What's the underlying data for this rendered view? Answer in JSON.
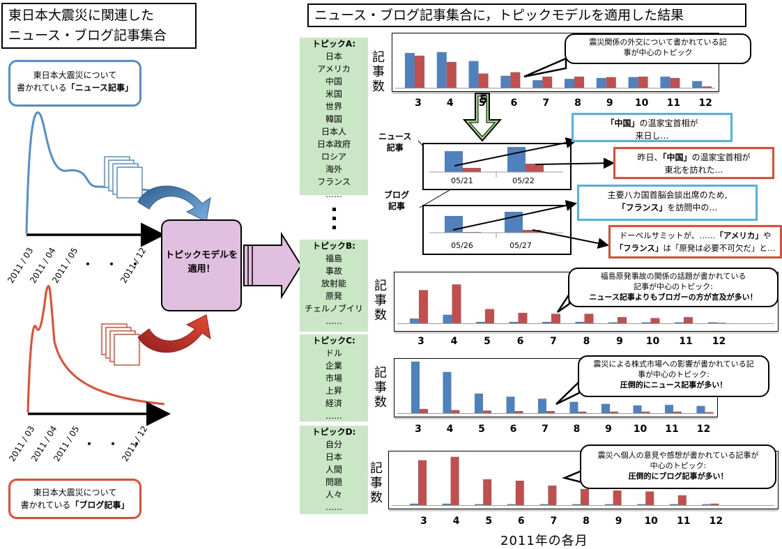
{
  "title_left": [
    "東日本大震災に関連した",
    "ニュース・ブログ記事集合"
  ],
  "title_right": "ニュース・ブログ記事集合に，トピックモデルを適用した結果",
  "source_news": {
    "line1": "東日本大震災について",
    "prefix": "書かれている",
    "bold": "「ニュース記事」"
  },
  "source_blog": {
    "line1": "東日本大震災について",
    "prefix": "書かれている",
    "bold": "「ブログ記事」"
  },
  "timeline_dates": [
    "2011 / 03",
    "2011 / 04",
    "2011 / 05",
    "2011 / 12"
  ],
  "timeline_dots": "・・・",
  "apply_label": [
    "トピックモデルを",
    "適用！"
  ],
  "topics": [
    {
      "header": "トピックA:",
      "words": [
        "日本",
        "アメリカ",
        "中国",
        "米国",
        "世界",
        "韓国",
        "日本人",
        "日本政府",
        "ロシア",
        "海外",
        "フランス",
        "……"
      ]
    },
    {
      "header": "トピックB:",
      "words": [
        "福島",
        "事故",
        "放射能",
        "原発",
        "チェルノブイリ",
        "……"
      ]
    },
    {
      "header": "トピックC:",
      "words": [
        "ドル",
        "企業",
        "市場",
        "上昇",
        "経済",
        "……"
      ]
    },
    {
      "header": "トピックD:",
      "words": [
        "自分",
        "日本",
        "人間",
        "問題",
        "人々",
        "……"
      ]
    }
  ],
  "ylabel": [
    "記",
    "事",
    "数"
  ],
  "months": [
    "3",
    "4",
    "5",
    "6",
    "7",
    "8",
    "9",
    "10",
    "11",
    "12"
  ],
  "arrow_label": "5",
  "news_label": [
    "ニュース",
    "記事"
  ],
  "blog_label": [
    "ブログ",
    "記事"
  ],
  "mini_dates": [
    "05/21",
    "05/22",
    "05/26",
    "05/27"
  ],
  "quotes": [
    {
      "pre": "",
      "bold": "「中国」",
      "post": "の温家宝首相が",
      "line2": "来日し…"
    },
    {
      "pre": "昨日、",
      "bold": "「中国」",
      "post": "の温家宝首相が",
      "line2": "東北を訪れた…"
    },
    {
      "pre": "主要八カ国首脳会談出席のため,",
      "bold": "",
      "post": "",
      "line2bold": "「フランス」",
      "line2": "を訪問中の…"
    },
    {
      "pre": "ドーベルサミットが、……",
      "bold": "「アメリカ」",
      "post": "や",
      "line2bold": "「フランス」",
      "line2": "は「原発は必要不可欠だ」と…"
    }
  ],
  "bubbles": [
    {
      "lines": [
        "震災関係の外交について書かれている記",
        "事が中心のトピック"
      ],
      "bold": ""
    },
    {
      "lines": [
        "福島原発事故の関係の話題が書かれている",
        "記事が中心のトピック:"
      ],
      "bold": "ニュース記事よりもブロガーの方が言及が多い！"
    },
    {
      "lines": [
        "震災による株式市場への影響が書かれている記",
        "事が中心のトピック:"
      ],
      "bold": "圧倒的にニュース記事が多い！"
    },
    {
      "lines": [
        "震災へ個人の意見や感想が書かれている記事が",
        "中心のトピック:"
      ],
      "bold": "圧倒的にブログ記事が多い！"
    }
  ],
  "x_title": "2011年の各月",
  "colors": {
    "news": "#4f81bd",
    "blog": "#c0504d",
    "topic_bg": "#c9e6c5",
    "apply_bg": "#e1bfe0",
    "news_line": "#4f8fcf",
    "blog_line": "#e84a2f"
  },
  "chart_data": [
    {
      "type": "bar",
      "categories": [
        "3",
        "4",
        "5",
        "6",
        "7",
        "8",
        "9",
        "10",
        "11",
        "12"
      ],
      "series": [
        {
          "values": [
            78,
            80,
            60,
            27,
            17,
            20,
            22,
            24,
            25,
            15
          ]
        },
        {
          "values": [
            72,
            58,
            32,
            35,
            25,
            25,
            24,
            25,
            22,
            3
          ]
        }
      ]
    },
    {
      "type": "bar",
      "categories": [
        "3",
        "4",
        "5",
        "6",
        "7",
        "8",
        "9",
        "10",
        "11",
        "12"
      ],
      "series": [
        {
          "values": [
            10,
            18,
            3,
            3,
            3,
            3,
            2,
            2,
            2,
            2
          ]
        },
        {
          "values": [
            70,
            82,
            30,
            22,
            20,
            20,
            13,
            11,
            13,
            1
          ]
        }
      ]
    },
    {
      "type": "bar",
      "categories": [
        "3",
        "4",
        "5",
        "6",
        "7",
        "8",
        "9",
        "10",
        "11",
        "12"
      ],
      "series": [
        {
          "values": [
            100,
            80,
            38,
            32,
            28,
            22,
            18,
            15,
            16,
            14
          ]
        },
        {
          "values": [
            8,
            6,
            5,
            4,
            4,
            3,
            3,
            3,
            3,
            2
          ]
        }
      ]
    },
    {
      "type": "bar",
      "categories": [
        "3",
        "4",
        "5",
        "6",
        "7",
        "8",
        "9",
        "10",
        "11",
        "12"
      ],
      "series": [
        {
          "values": [
            3,
            3,
            2,
            2,
            2,
            2,
            2,
            2,
            2,
            2
          ]
        },
        {
          "values": [
            92,
            99,
            53,
            50,
            40,
            33,
            30,
            28,
            20,
            3
          ]
        }
      ]
    }
  ]
}
